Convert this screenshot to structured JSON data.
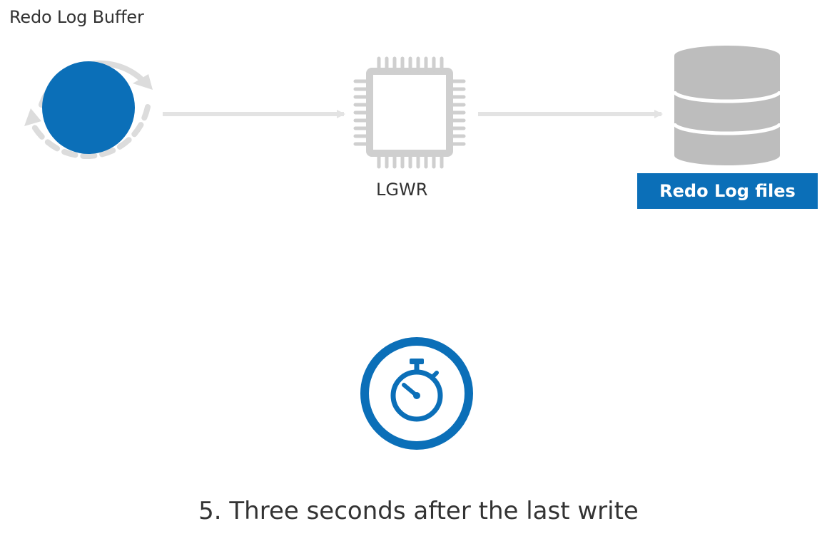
{
  "diagram": {
    "buffer_label": "Redo Log Buffer",
    "process_label": "LGWR",
    "files_label": "Redo Log files",
    "caption": "5. Three seconds after the last write"
  },
  "colors": {
    "accent_blue": "#0b6fb8",
    "arrow_gray": "#e3e3e3",
    "chip_gray": "#cfcfcf",
    "database_gray": "#bdbdbd",
    "text_dark": "#333333"
  },
  "icons": {
    "buffer": "circular-refresh-buffer-icon",
    "process": "cpu-chip-icon",
    "storage": "database-icon",
    "timer": "stopwatch-icon"
  }
}
